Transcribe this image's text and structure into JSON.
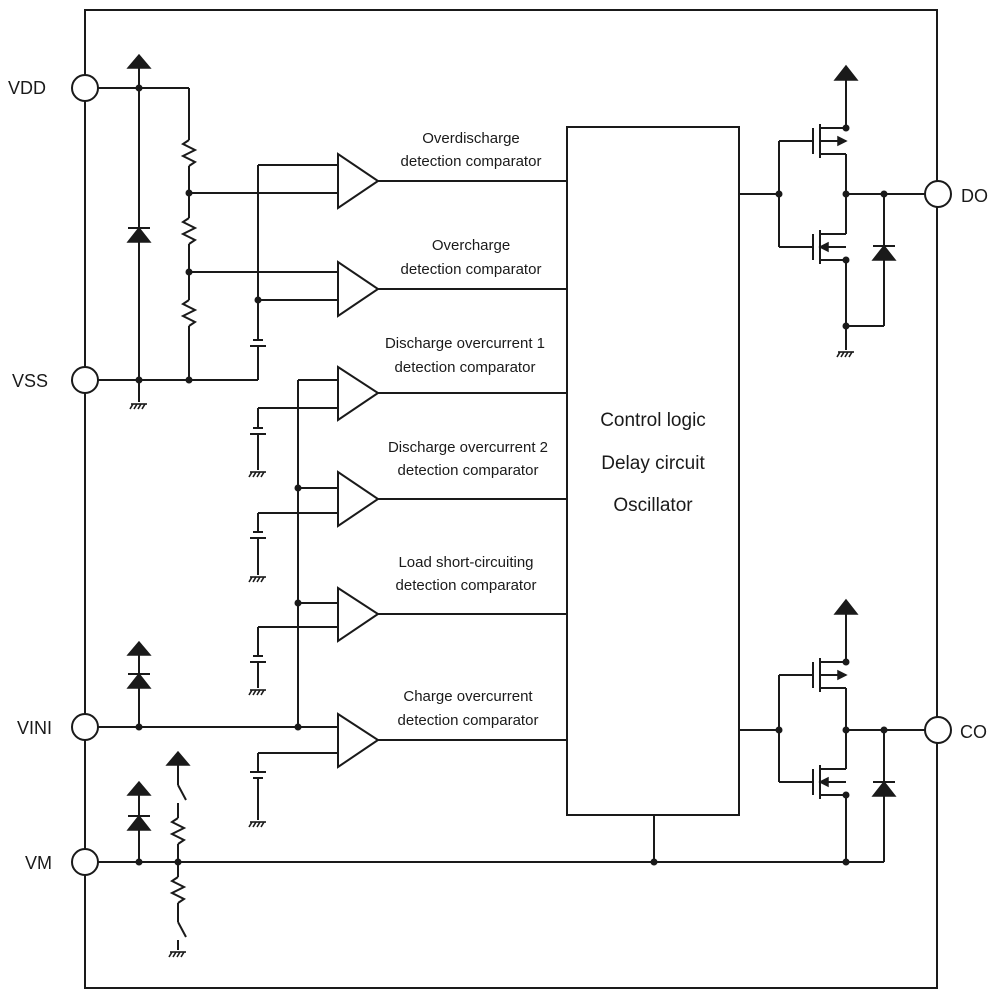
{
  "pins": {
    "vdd": "VDD",
    "vss": "VSS",
    "vini": "VINI",
    "vm": "VM",
    "do": "DO",
    "co": "CO"
  },
  "comparators": [
    {
      "line1": "Overdischarge",
      "line2": "detection comparator"
    },
    {
      "line1": "Overcharge",
      "line2": "detection comparator"
    },
    {
      "line1": "Discharge overcurrent 1",
      "line2": "detection comparator"
    },
    {
      "line1": "Discharge overcurrent 2",
      "line2": "detection comparator"
    },
    {
      "line1": "Load short-circuiting",
      "line2": "detection comparator"
    },
    {
      "line1": "Charge overcurrent",
      "line2": "detection comparator"
    }
  ],
  "control_block": {
    "line1": "Control logic",
    "line2": "Delay circuit",
    "line3": "Oscillator"
  }
}
